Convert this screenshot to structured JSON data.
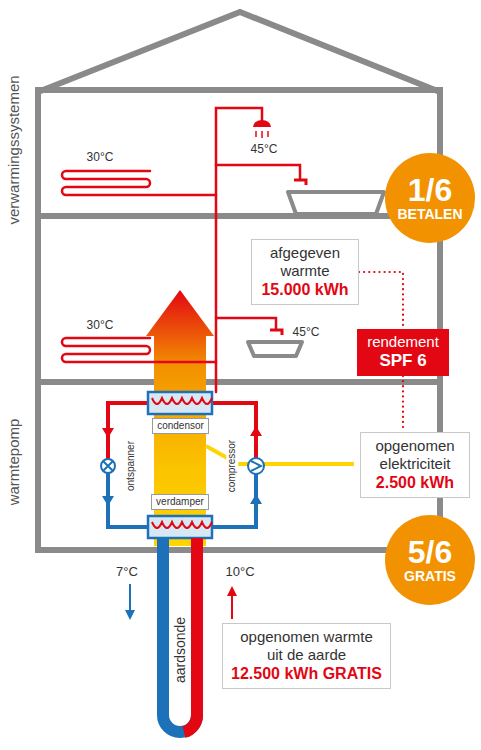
{
  "diagram": {
    "nodes": [
      {
        "text": [
          "1/6",
          "BETALEN"
        ]
      },
      {
        "text": [
          "afgegeven warmte",
          "15.000 kWh"
        ]
      },
      {
        "text": [
          "rendement",
          "SPF 6"
        ]
      },
      {
        "text": [
          "opgenomen elektriciteit",
          "2.500 kWh"
        ]
      },
      {
        "text": [
          "condensor"
        ]
      },
      {
        "text": [
          "verdamper"
        ]
      },
      {
        "text": [
          "5/6",
          "GRATIS"
        ]
      },
      {
        "text": [
          "opgenomen warmte uit de aarde",
          "12.500 kWh GRATIS"
        ]
      }
    ],
    "edges": [
      {
        "from": 1,
        "to": 2,
        "arrow": "none"
      },
      {
        "from": 2,
        "to": 3,
        "arrow": "none"
      }
    ],
    "labels": [
      "verwarmingssystemen",
      "warmtepomp",
      "30°C",
      "45°C",
      "30°C",
      "45°C",
      "ontspanner",
      "compressor",
      "7°C",
      "10°C",
      "aardsonde"
    ]
  }
}
